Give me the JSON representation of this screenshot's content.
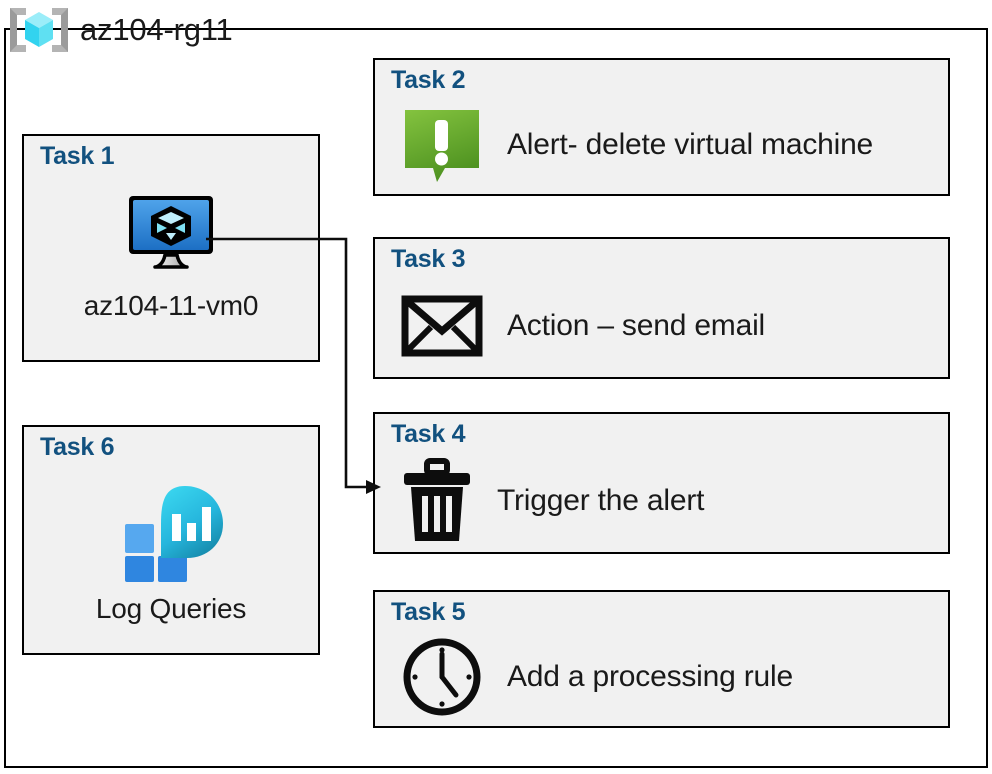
{
  "resource_group": {
    "name": "az104-rg11",
    "icon": "resource-group-cube-icon",
    "border_color": "#000000"
  },
  "colors": {
    "task_title": "#12517f",
    "card_background": "#f1f1f1",
    "card_border": "#000000",
    "page_background": "#ffffff",
    "vm_icon_blue": "#2f8fe0",
    "alert_icon_green": "#76bc2d",
    "log_icon_blue": "#3b97e3",
    "log_icon_cyan": "#32c5e8"
  },
  "diagram": {
    "type": "architecture-diagram",
    "connector": {
      "from": "task1-vm-icon",
      "to": "task4-card",
      "style": "elbow-with-arrowhead"
    }
  },
  "cards": {
    "task1": {
      "title": "Task 1",
      "label": "az104-11-vm0",
      "icon": "virtual-machine-icon"
    },
    "task2": {
      "title": "Task 2",
      "label": "Alert- delete virtual machine",
      "icon": "alert-speech-bubble-icon"
    },
    "task3": {
      "title": "Task 3",
      "label": "Action – send email",
      "icon": "envelope-icon"
    },
    "task4": {
      "title": "Task 4",
      "label": "Trigger the alert",
      "icon": "trash-can-icon"
    },
    "task5": {
      "title": "Task 5",
      "label": "Add a processing rule",
      "icon": "clock-icon"
    },
    "task6": {
      "title": "Task 6",
      "label": "Log Queries",
      "icon": "log-analytics-icon"
    }
  }
}
